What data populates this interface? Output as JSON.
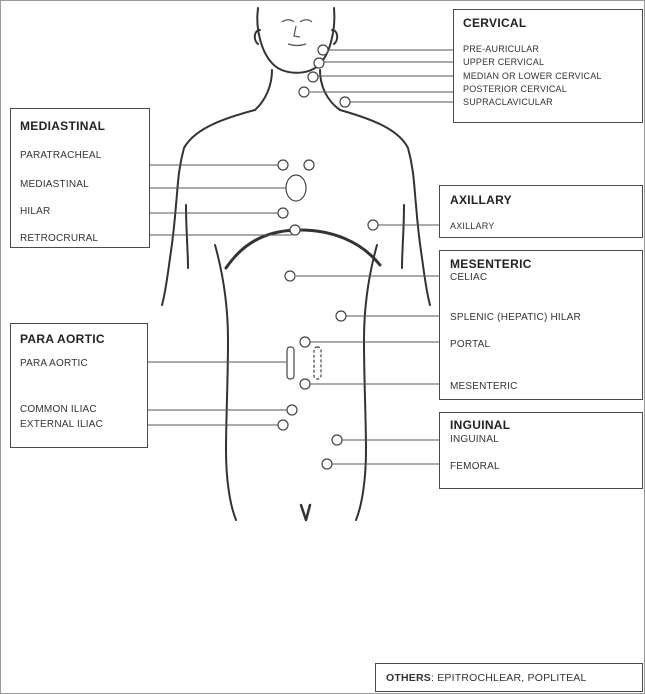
{
  "cervical": {
    "title": "CERVICAL",
    "items": [
      "PRE-AURICULAR",
      "UPPER CERVICAL",
      "MEDIAN OR LOWER CERVICAL",
      "POSTERIOR CERVICAL",
      "SUPRACLAVICULAR"
    ]
  },
  "mediastinal": {
    "title": "MEDIASTINAL",
    "items": [
      "PARATRACHEAL",
      "MEDIASTINAL",
      "HILAR",
      "RETROCRURAL"
    ]
  },
  "axillary": {
    "title": "AXILLARY",
    "items": [
      "AXILLARY"
    ]
  },
  "mesenteric": {
    "title": "MESENTERIC",
    "items": [
      "CELIAC",
      "SPLENIC (HEPATIC) HILAR",
      "PORTAL",
      "MESENTERIC"
    ]
  },
  "para_aortic": {
    "title": "PARA AORTIC",
    "items": [
      "PARA AORTIC",
      "COMMON ILIAC",
      "EXTERNAL ILIAC"
    ]
  },
  "inguinal": {
    "title": "INGUINAL",
    "items": [
      "INGUINAL",
      "FEMORAL"
    ]
  },
  "others": {
    "prefix": "OTHERS",
    "text": ": EPITROCHLEAR, POPLITEAL"
  }
}
